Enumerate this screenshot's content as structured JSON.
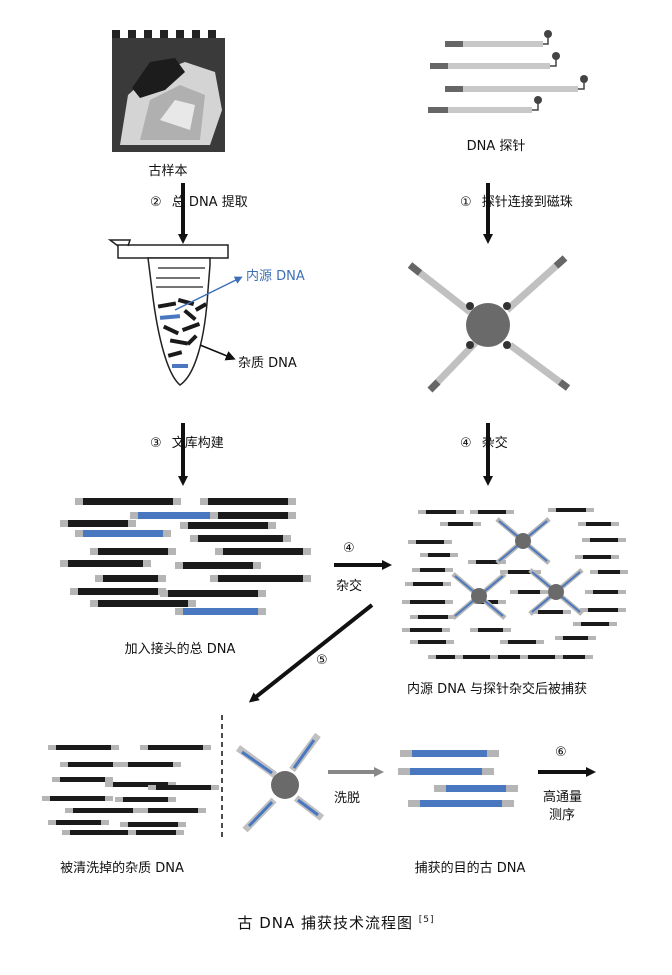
{
  "labels": {
    "sample": "古样本",
    "probe": "DNA 探针",
    "endogenous": "内源 DNA",
    "contaminant": "杂质 DNA",
    "library": "加入接头的总 DNA",
    "captured_mix": "内源 DNA 与探针杂交后被捕获",
    "washed": "被清洗掉的杂质 DNA",
    "target": "捕获的目的古 DNA"
  },
  "steps": {
    "s1_num": "①",
    "s1_text": "探针连接到磁珠",
    "s2_num": "②",
    "s2_text": "总 DNA 提取",
    "s3_num": "③",
    "s3_text": "文库构建",
    "s4a_num": "④",
    "s4a_text": "杂交",
    "s4b_num": "④",
    "s4b_text": "杂交",
    "s5_num": "⑤",
    "elute_text": "洗脱",
    "s6_num": "⑥",
    "s6_line1": "高通量",
    "s6_line2": "测序"
  },
  "caption": {
    "text": "古 DNA 捕获技术流程图",
    "ref": "[5]"
  },
  "colors": {
    "blue": "#4a78c0",
    "black": "#1a1a1a",
    "grey": "#b5b5b5",
    "bead": "#6a6a6a"
  }
}
